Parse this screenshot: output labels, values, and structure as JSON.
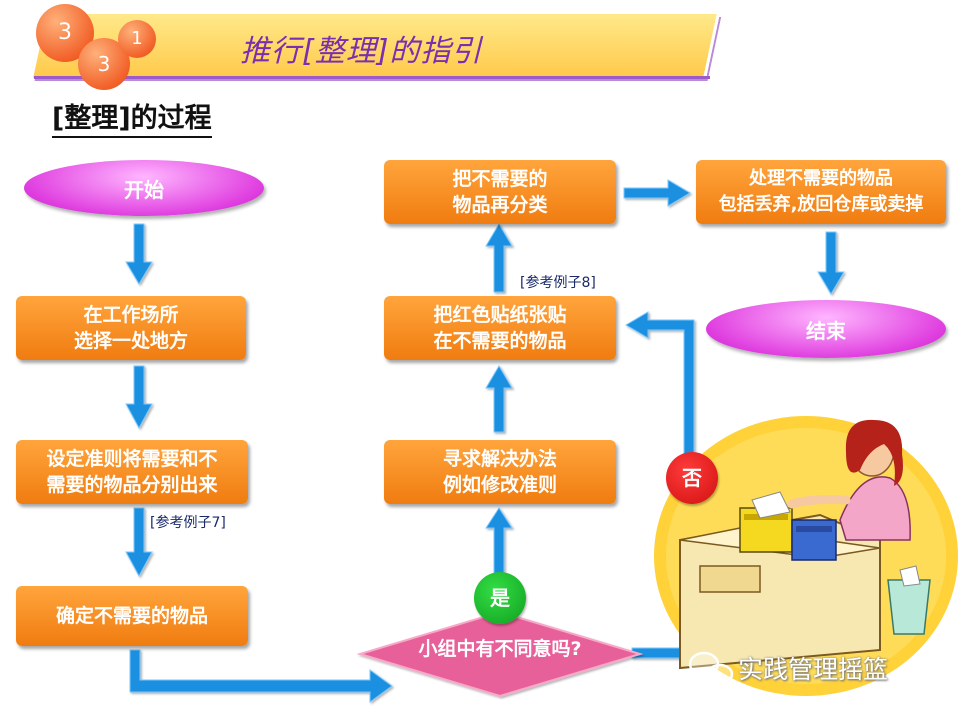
{
  "header": {
    "badge_a": "3",
    "badge_b": "3",
    "badge_c": "1",
    "title": "推行[整理]的指引"
  },
  "section_title": "[整理]的过程",
  "flow": {
    "start": "开始",
    "step1_line1": "在工作场所",
    "step1_line2": "选择一处地方",
    "step2_line1": "设定准则将需要和不",
    "step2_line2": "需要的物品分别出来",
    "ref7": "[参考例子7]",
    "step3": "确定不需要的物品",
    "decision": "小组中有不同意吗?",
    "yes": "是",
    "no": "否",
    "solve_line1": "寻求解决办法",
    "solve_line2": "例如修改准则",
    "sticker_line1": "把红色贴纸张贴",
    "sticker_line2": "在不需要的物品",
    "ref8": "[参考例子8]",
    "reclass_line1": "把不需要的",
    "reclass_line2": "物品再分类",
    "handle_line1": "处理不需要的物品",
    "handle_line2": "包括丢弃,放回仓库或卖掉",
    "end": "结束"
  },
  "watermark": "实践管理摇篮",
  "colors": {
    "box_orange": "#f28a1e",
    "oval_magenta": "#e040e0",
    "arrow_blue": "#1e90e0",
    "diamond_pink": "#e8609a",
    "yes_green": "#22b830",
    "no_red": "#e02020",
    "title_purple": "#7a2fae"
  }
}
